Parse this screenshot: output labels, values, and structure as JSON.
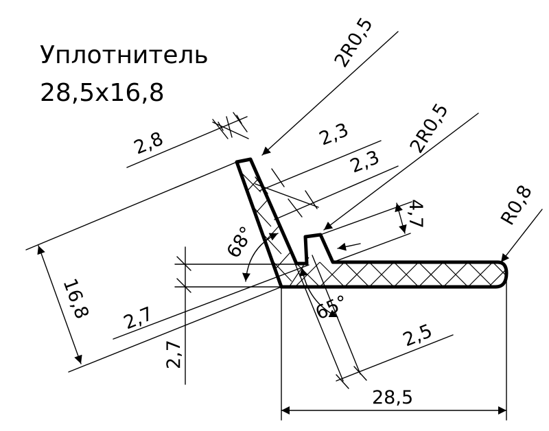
{
  "title": {
    "line1": "Уплотнитель",
    "line2": "28,5x16,8"
  },
  "dimensions": {
    "radius_top": "2R0,5",
    "radius_step": "2R0,5",
    "radius_tip": "R0,8",
    "wall_28": "2,8",
    "wall_23_a": "2,3",
    "wall_23_b": "2,3",
    "step_47": "4,7",
    "height_168": "16,8",
    "angle_68": "68°",
    "angle_65": "65°",
    "base_27_a": "2,7",
    "base_27_b": "2,7",
    "offset_25": "2,5",
    "width_285": "28,5"
  }
}
